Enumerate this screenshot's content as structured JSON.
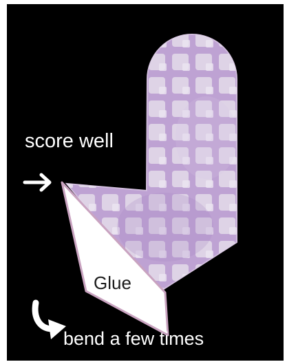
{
  "labels": {
    "score": "score well",
    "glue": "Glue",
    "bend": "bend a few times"
  },
  "colors": {
    "background": "#000000",
    "paper_base": "#c0a6d6",
    "paper_pattern": "#e4dcea",
    "glue_tab": "#ffffff",
    "tab_outline": "#c9a3c0",
    "text_light": "#ffffff",
    "text_dark": "#1a1a1a"
  },
  "icons": [
    "right-arrow-icon",
    "curved-arrow-icon"
  ]
}
